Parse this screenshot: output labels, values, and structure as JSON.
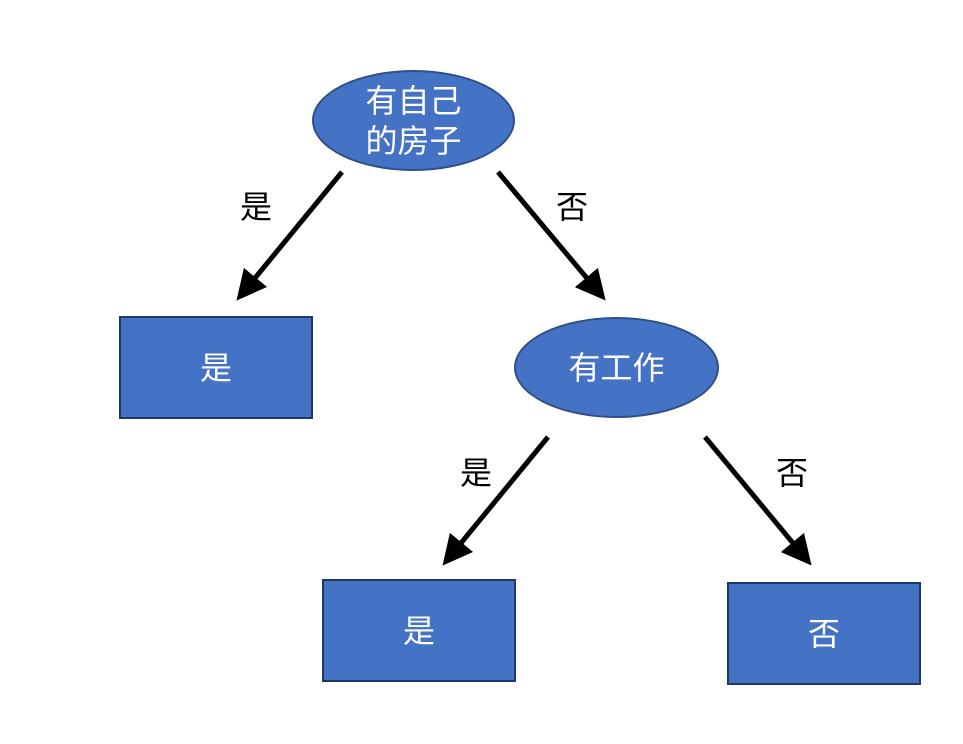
{
  "diagram": {
    "root": {
      "label": "有自己\n的房子"
    },
    "root_yes_edge": {
      "label": "是"
    },
    "root_no_edge": {
      "label": "否"
    },
    "leaf_root_yes": {
      "label": "是"
    },
    "job_node": {
      "label": "有工作"
    },
    "job_yes_edge": {
      "label": "是"
    },
    "job_no_edge": {
      "label": "否"
    },
    "leaf_job_yes": {
      "label": "是"
    },
    "leaf_job_no": {
      "label": "否"
    }
  },
  "colors": {
    "node_fill": "#4472c4",
    "node_border": "#1f3864",
    "node_text": "#ffffff",
    "arrow": "#000000",
    "edge_text": "#000000"
  }
}
